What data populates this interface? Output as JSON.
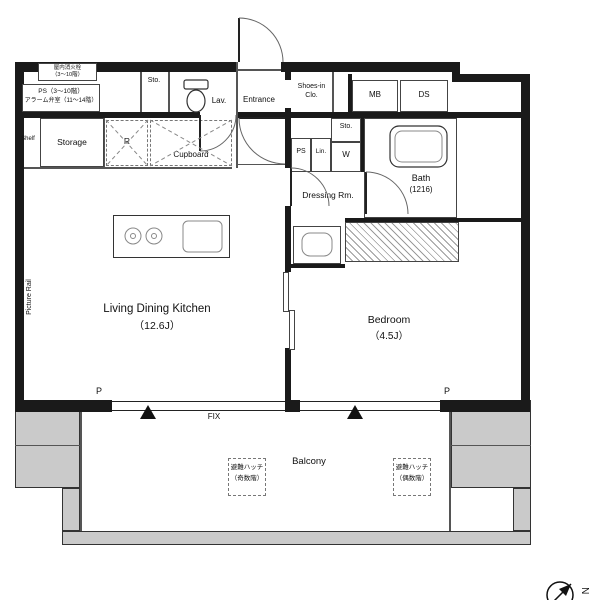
{
  "rooms": {
    "ldk": {
      "name": "Living Dining Kitchen",
      "size": "（12.6J）"
    },
    "bedroom": {
      "name": "Bedroom",
      "size": "（4.5J）"
    },
    "balcony": {
      "name": "Balcony"
    },
    "entrance": {
      "name": "Entrance"
    },
    "lav": {
      "name": "Lav."
    },
    "shoes_closet": {
      "line1": "Shoes-in",
      "line2": "Clo."
    },
    "storage": {
      "name": "Storage"
    },
    "dressing": {
      "name": "Dressing Rm."
    },
    "bath": {
      "name": "Bath",
      "size": "(1216)"
    }
  },
  "fixtures": {
    "shelf": "Shelf",
    "refrigerator": "R",
    "cupboard": "Cupboard",
    "sto_entrance": "Sto.",
    "sto_dressing": "Sto.",
    "mb": "MB",
    "ds": "DS",
    "ps": "PS",
    "linen": "Lin.",
    "washer": "W",
    "picture_rail": "Picture Rail",
    "fix_window": "FIX",
    "pillar_left": "P",
    "pillar_right": "P"
  },
  "annotations": {
    "fire_hydrant": {
      "line1": "屋内消火栓",
      "line2": "（3～10階）"
    },
    "pipe_shaft": {
      "line1": "PS（3～10階）",
      "line2": "アラーム弁室（11～14階）"
    },
    "hatch_odd": {
      "line1": "避難ハッチ",
      "line2": "（奇数階）"
    },
    "hatch_even": {
      "line1": "避難ハッチ",
      "line2": "（偶数階）"
    }
  },
  "compass": {
    "north": "N"
  },
  "colors": {
    "wall": "#1a1a1a",
    "concrete": "#cacaca",
    "line": "#444"
  }
}
